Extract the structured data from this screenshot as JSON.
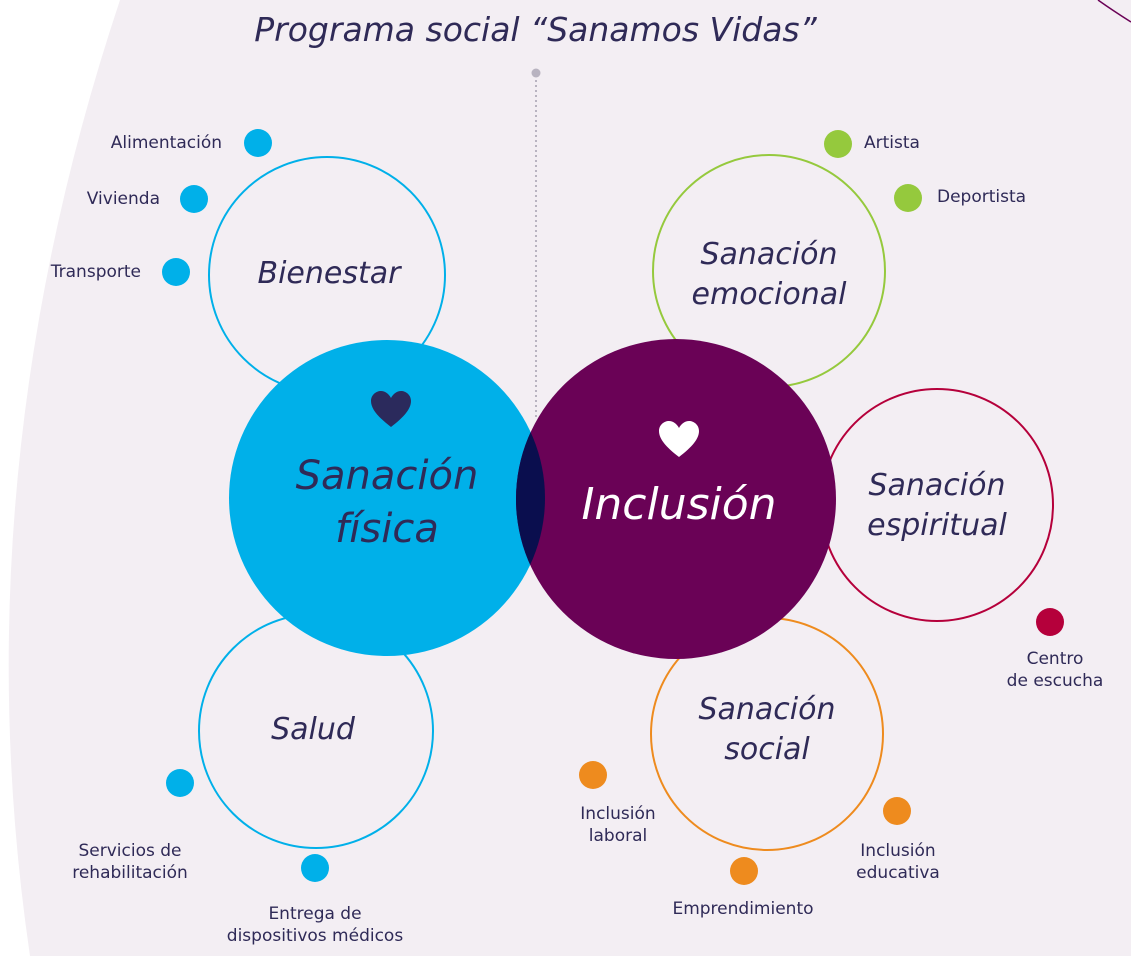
{
  "title": "Programa social “Sanamos Vidas”",
  "colors": {
    "background": "#f3eef3",
    "blue": "#00b0e9",
    "purple": "#6a0256",
    "overlap": "#0a0e4e",
    "green": "#95c93d",
    "crimson": "#b5003b",
    "orange": "#ee8b1e",
    "text": "#2f2a57"
  },
  "hubs": {
    "fisica": {
      "line1": "Sanación",
      "line2": "física",
      "icon": "heart-icon"
    },
    "inclusion": {
      "label": "Inclusión",
      "icon": "heart-icon"
    }
  },
  "rings": {
    "bienestar": "Bienestar",
    "salud": "Salud",
    "emocional": {
      "line1": "Sanación",
      "line2": "emocional"
    },
    "espiritual": {
      "line1": "Sanación",
      "line2": "espiritual"
    },
    "social": {
      "line1": "Sanación",
      "line2": "social"
    }
  },
  "items": {
    "alimentacion": "Alimentación",
    "vivienda": "Vivienda",
    "transporte": "Transporte",
    "servicios": {
      "line1": "Servicios de",
      "line2": "rehabilitación"
    },
    "entrega": {
      "line1": "Entrega de",
      "line2": "dispositivos médicos"
    },
    "artista": "Artista",
    "deportista": "Deportista",
    "centro": {
      "line1": "Centro",
      "line2": "de escucha"
    },
    "laboral": {
      "line1": "Inclusión",
      "line2": "laboral"
    },
    "emprendimiento": "Emprendimiento",
    "educativa": {
      "line1": "Inclusión",
      "line2": "educativa"
    }
  }
}
